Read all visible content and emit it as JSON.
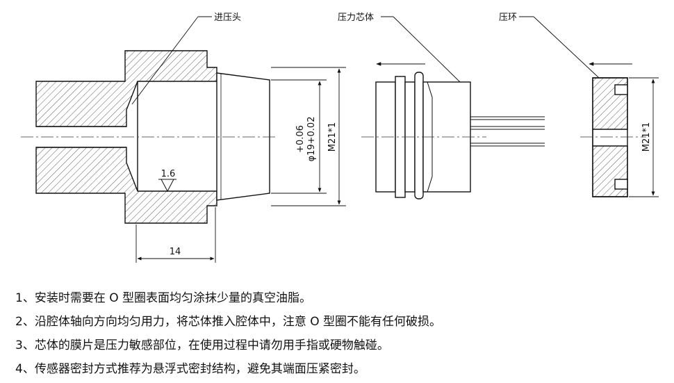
{
  "labels": {
    "inlet_head": "进压头",
    "sensor_core": "压力芯体",
    "press_ring": "压环"
  },
  "dimensions": {
    "roughness": "1.6",
    "diameter_tolerance": "+0.06",
    "diameter": "φ19+0.02",
    "thread_head": "M21*1",
    "thread_ring": "M21*1",
    "length": "14"
  },
  "notes": [
    "1、安装时需要在 O 型圈表面均匀涂抹少量的真空油脂。",
    "2、沿腔体轴向方向均匀用力，将芯体推入腔体中，注意 O 型圈不能有任何破损。",
    "3、芯体的膜片是压力敏感部位，在使用过程中请勿用手指或硬物触碰。",
    "4、传感器密封方式推荐为悬浮式密封结构，避免其端面压紧密封。"
  ]
}
